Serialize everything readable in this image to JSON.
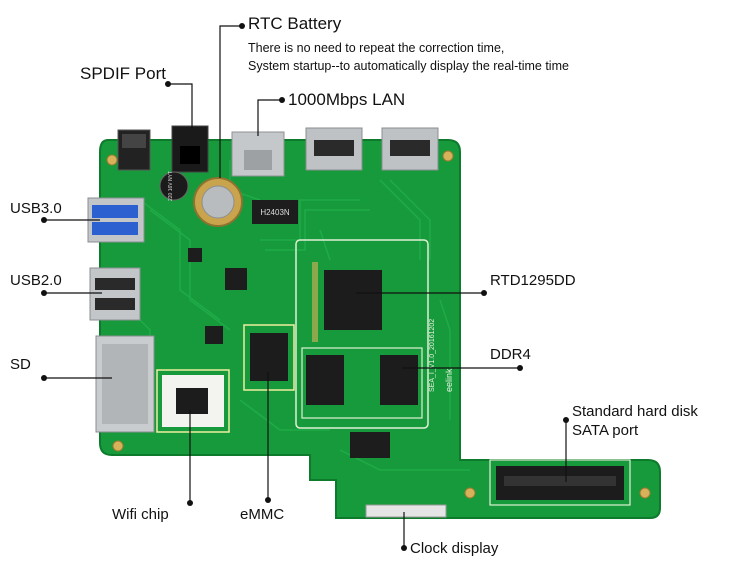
{
  "labels": {
    "rtc_title": "RTC Battery",
    "rtc_note_1": "There is no need to repeat the correction time,",
    "rtc_note_2": "System startup--to automatically display the real-time time",
    "spdif": "SPDIF Port",
    "lan": "1000Mbps LAN",
    "usb3": "USB3.0",
    "usb2": "USB2.0",
    "sd": "SD",
    "rtd": "RTD1295DD",
    "ddr4": "DDR4",
    "sata_1": "Standard hard disk",
    "sata_2": "SATA port",
    "wifi": "Wifi chip",
    "emmc": "eMMC",
    "clock": "Clock display"
  },
  "board": {
    "chip_marking": "H2403N",
    "silk_marking": "SEA_I_V1.0_20161202",
    "brand": "eelink",
    "cap_marking": "220 16V NYT"
  },
  "colors": {
    "pcb": "#179a3b",
    "pcb_dark": "#0e7a2c",
    "trace": "#1fae47",
    "silk": "#e8f2e0",
    "pad_gold": "#d8b25a",
    "chip": "#1c1c1c",
    "metal": "#b9bcbf"
  }
}
